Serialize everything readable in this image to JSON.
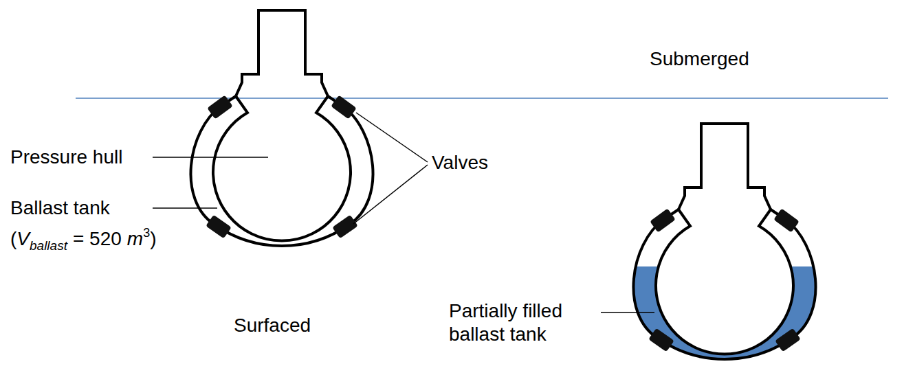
{
  "diagram": {
    "labels": [
      "Submerged",
      "Pressure hull",
      "Valves",
      "Ballast tank",
      "(",
      "V",
      "ballast",
      "= 520",
      "m",
      "3",
      ")",
      "Surfaced",
      "Partially filled ballast tank"
    ]
  }
}
